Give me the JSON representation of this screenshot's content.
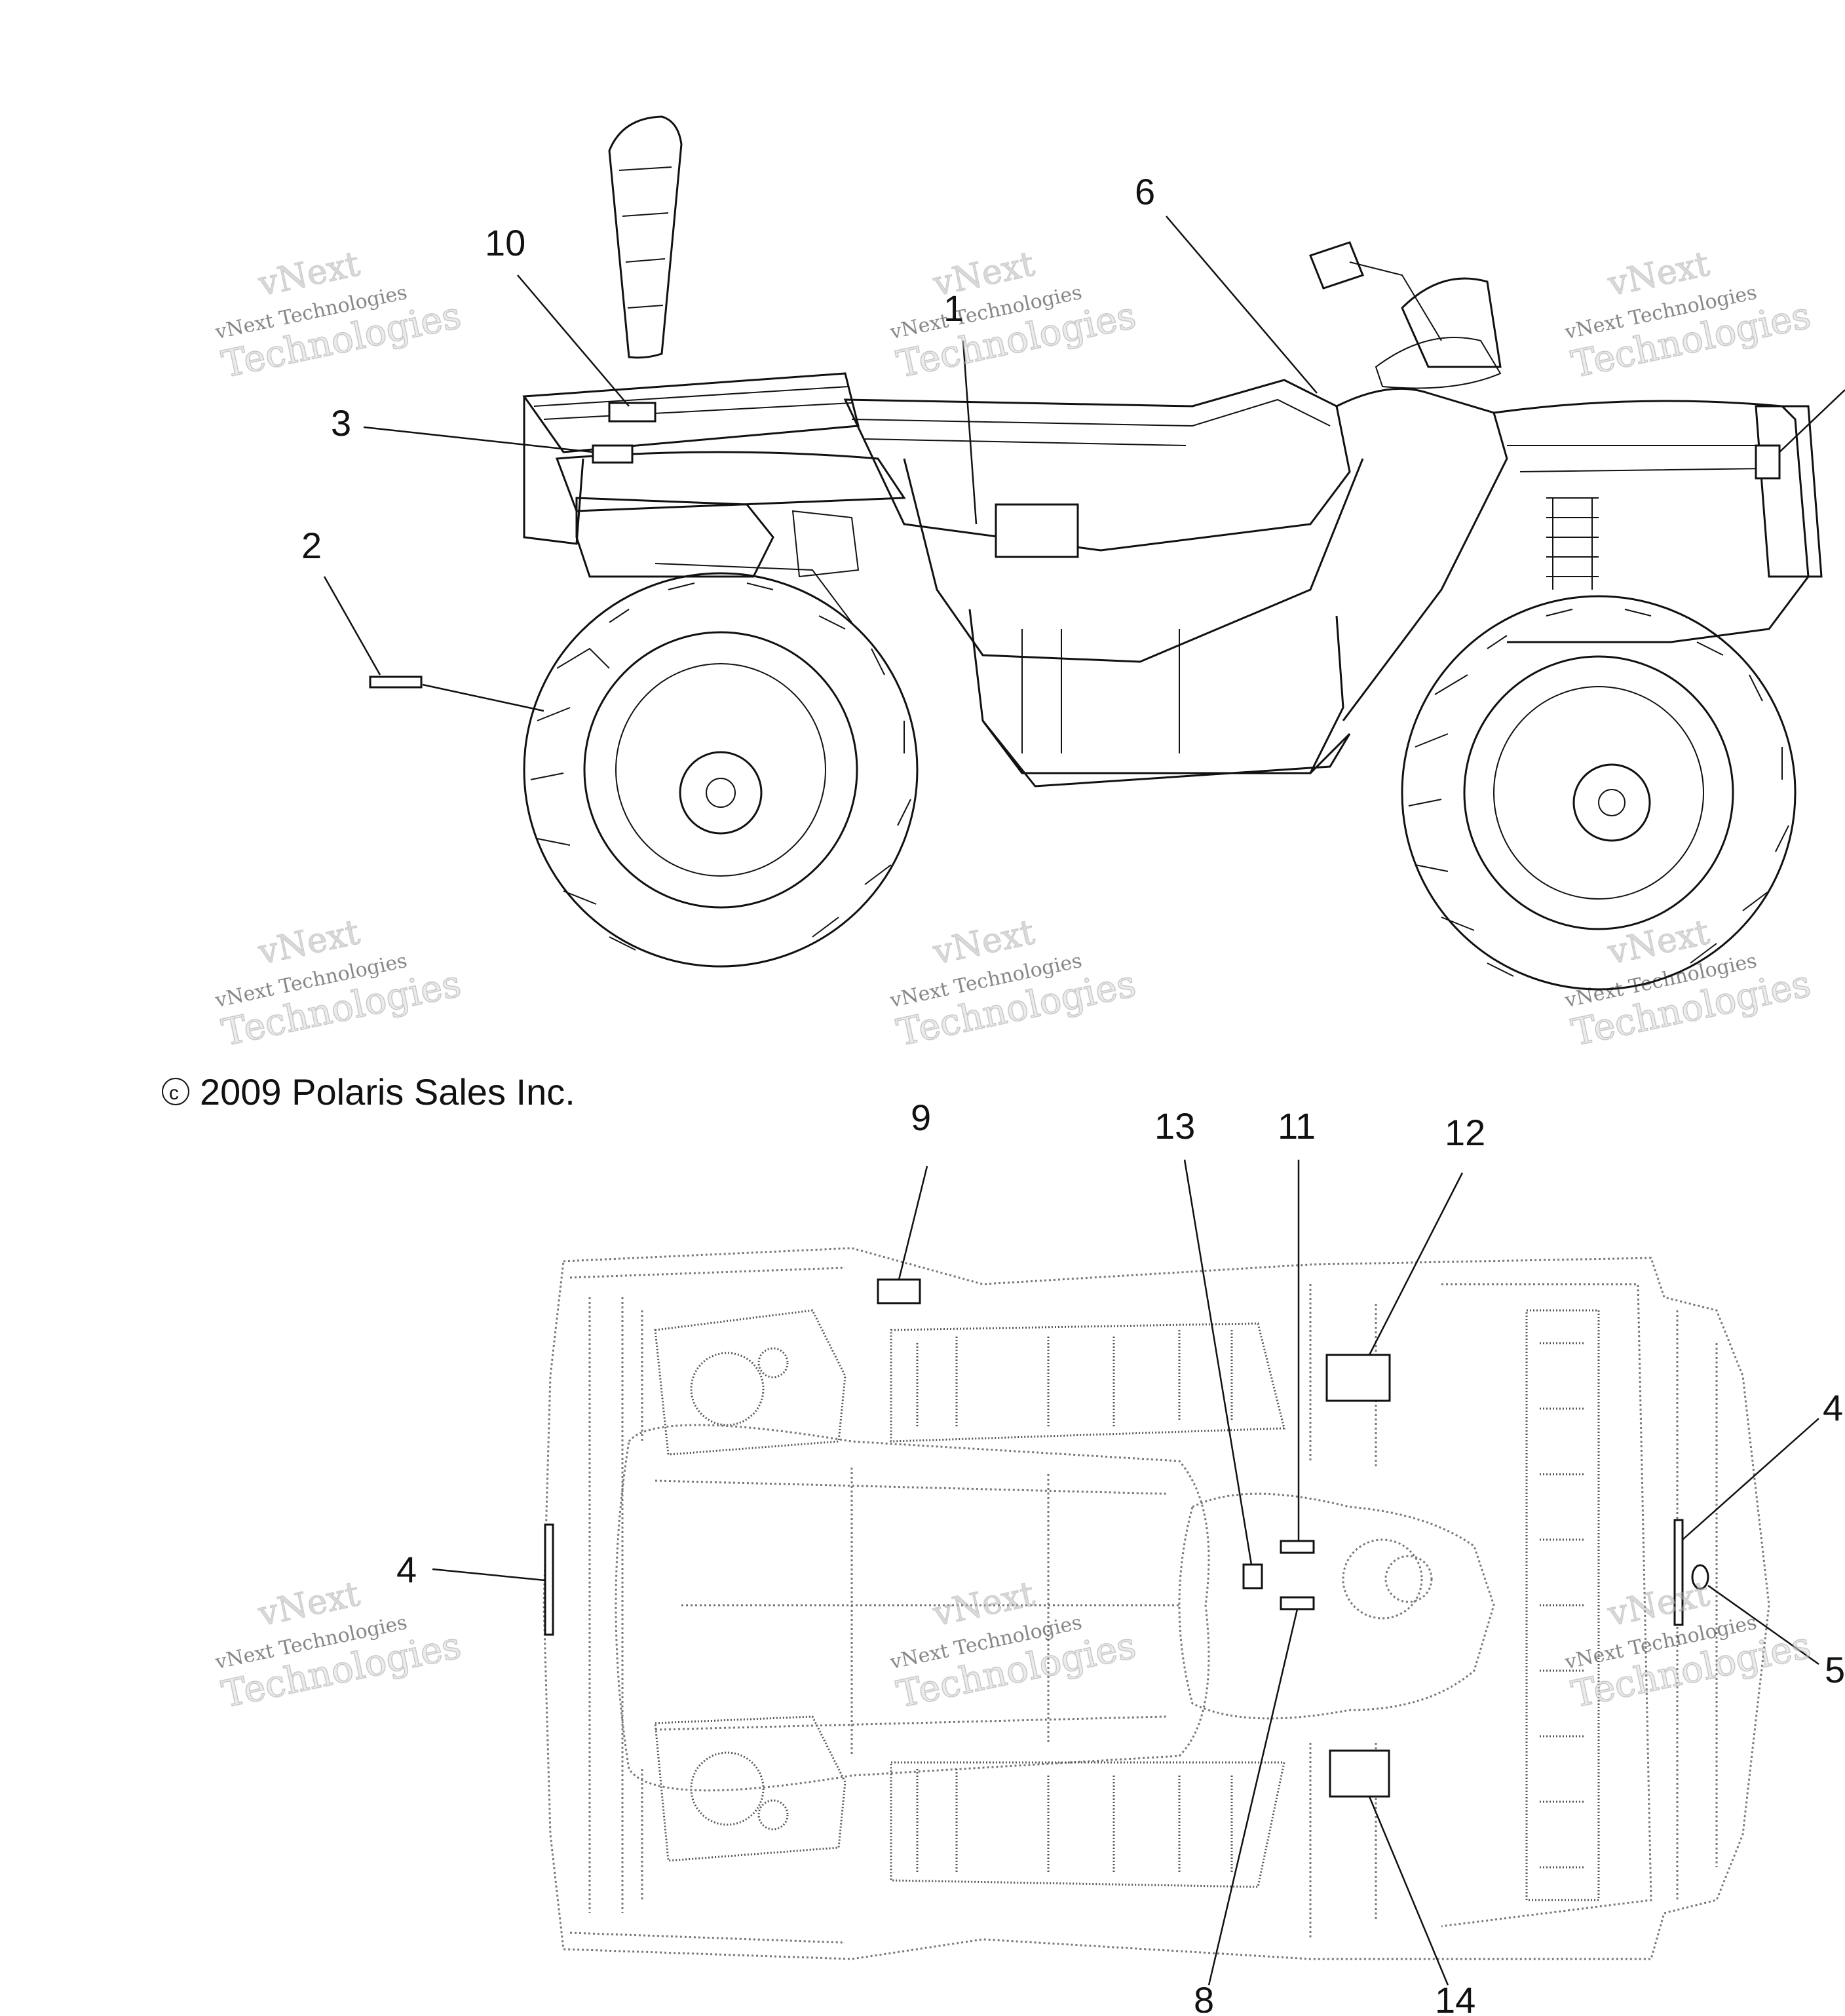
{
  "copyright": "© 2009 Polaris Sales Inc.",
  "watermark": {
    "line1": "vNext",
    "line2": "vNext Technologies",
    "line3": "Technologies"
  },
  "callouts": {
    "c1": "1",
    "c2": "2",
    "c3": "3",
    "c4_left": "4",
    "c4_right": "4",
    "c5": "5",
    "c6": "6",
    "c8": "8",
    "c9": "9",
    "c10": "10",
    "c11": "11",
    "c12": "12",
    "c13": "13",
    "c14": "14"
  },
  "icons": {
    "copyright": "copyright-symbol"
  }
}
